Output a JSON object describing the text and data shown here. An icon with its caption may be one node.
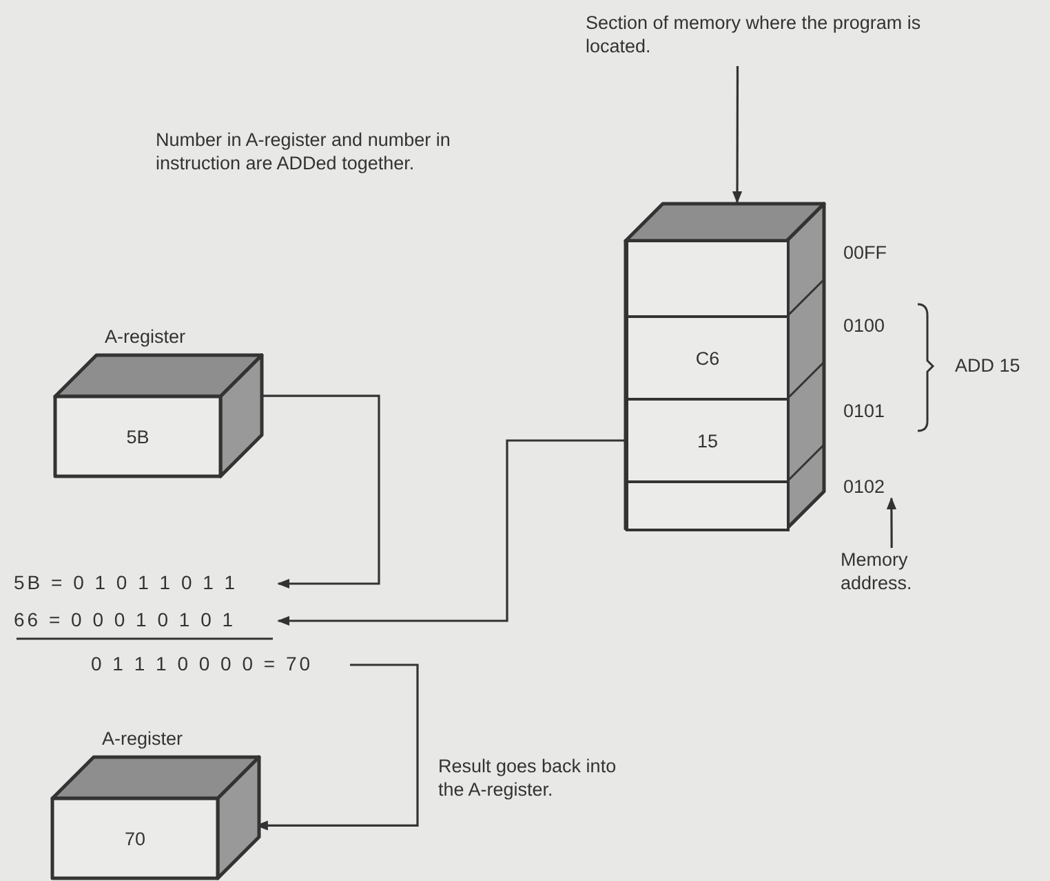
{
  "diagram": {
    "nodes": [
      {
        "text": [
          "Section of memory where the program is located."
        ]
      },
      {
        "text": [],
        "shape": "box"
      },
      {
        "text": [],
        "shape": "box",
        "in": 1
      },
      {
        "text": [
          "C6"
        ],
        "in": 1
      },
      {
        "text": [
          "15"
        ],
        "in": 1
      },
      {
        "text": [],
        "shape": "box",
        "in": 1
      },
      {
        "text": [
          "A-register",
          "5B"
        ]
      },
      {
        "text": [
          "5B = 0 1 0 1 1 0 1 1"
        ]
      },
      {
        "text": [
          "66 = 0 0 0 1 0 1 0 1"
        ]
      },
      {
        "text": [
          "0 1 1 1 0 0 0 0 = 70"
        ]
      },
      {
        "text": [
          "A-register",
          "70"
        ]
      },
      {
        "text": [
          "Memory address."
        ]
      },
      {
        "text": [
          "0102"
        ]
      }
    ],
    "edges": [
      {
        "from": 0,
        "to": 1,
        "arrow": "to"
      },
      {
        "from": 6,
        "to": 7,
        "arrow": "to"
      },
      {
        "from": 4,
        "to": 8,
        "arrow": "to"
      },
      {
        "from": 9,
        "to": 10,
        "arrow": "to",
        "label": "Result goes back into the A-register."
      },
      {
        "from": 11,
        "to": 12,
        "arrow": "to"
      }
    ],
    "labels": [
      "Number in A-register and number in instruction are ADDed together.",
      "00FF",
      "0100",
      "ADD 15",
      "0101"
    ]
  }
}
